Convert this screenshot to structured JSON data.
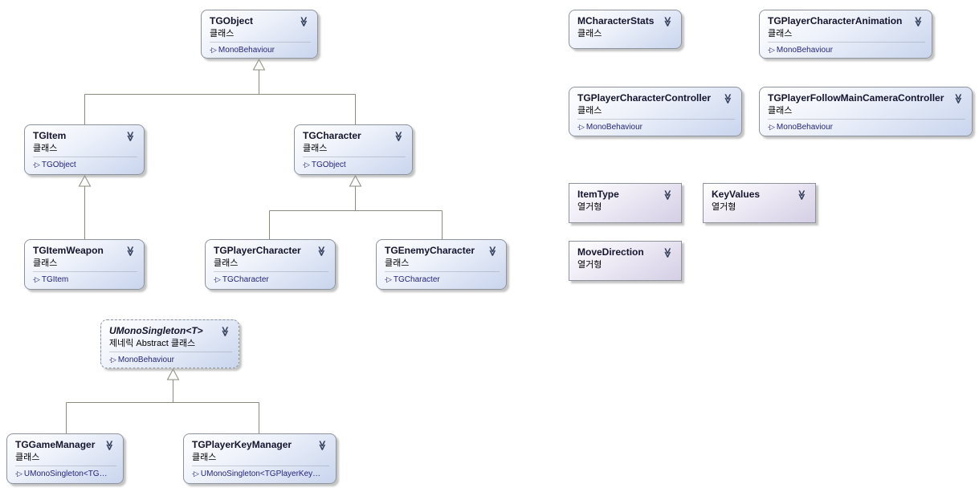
{
  "icons": {
    "collapse_chevron": "≫",
    "inheritance_arrow": "-▷"
  },
  "colors": {
    "background": "#ffffff",
    "node_border": "#8d939d",
    "class_gradient_end": "#c9d5ee",
    "enum_gradient_end": "#d5cee5",
    "title_text": "#14142e",
    "member_text": "#24247a",
    "connector": "#8b8b7e"
  },
  "nodes": {
    "tgobject": {
      "title": "TGObject",
      "kind": "클래스",
      "base": "MonoBehaviour"
    },
    "tgitem": {
      "title": "TGItem",
      "kind": "클래스",
      "base": "TGObject"
    },
    "tgcharacter": {
      "title": "TGCharacter",
      "kind": "클래스",
      "base": "TGObject"
    },
    "tgitemweapon": {
      "title": "TGItemWeapon",
      "kind": "클래스",
      "base": "TGItem"
    },
    "tgplayercharacter": {
      "title": "TGPlayerCharacter",
      "kind": "클래스",
      "base": "TGCharacter"
    },
    "tgenemycharacter": {
      "title": "TGEnemyCharacter",
      "kind": "클래스",
      "base": "TGCharacter"
    },
    "umonosingleton": {
      "title": "UMonoSingleton<T>",
      "kind": "제네릭 Abstract 클래스",
      "base": "MonoBehaviour"
    },
    "tggamemanager": {
      "title": "TGGameManager",
      "kind": "클래스",
      "base": "UMonoSingleton<TG…"
    },
    "tgplayerkeymanager": {
      "title": "TGPlayerKeyManager",
      "kind": "클래스",
      "base": "UMonoSingleton<TGPlayerKey…"
    },
    "mcharacterstats": {
      "title": "MCharacterStats",
      "kind": "클래스"
    },
    "tgplayercharacteranimation": {
      "title": "TGPlayerCharacterAnimation",
      "kind": "클래스",
      "base": "MonoBehaviour"
    },
    "tgplayercharactercontroller": {
      "title": "TGPlayerCharacterController",
      "kind": "클래스",
      "base": "MonoBehaviour"
    },
    "tgplayerfollowmaincameracontroller": {
      "title": "TGPlayerFollowMainCameraController",
      "kind": "클래스",
      "base": "MonoBehaviour"
    },
    "itemtype": {
      "title": "ItemType",
      "kind": "열거형"
    },
    "keyvalues": {
      "title": "KeyValues",
      "kind": "열거형"
    },
    "movedirection": {
      "title": "MoveDirection",
      "kind": "열거형"
    }
  }
}
